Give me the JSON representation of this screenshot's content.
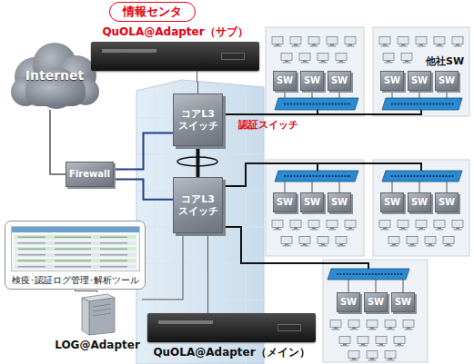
{
  "diagram": {
    "title": "情報センタ",
    "nodes": [
      {
        "text": [
          "Internet"
        ]
      },
      {
        "text": [
          "QuOLA@Adapter（サブ）"
        ]
      },
      {
        "text": [
          "コアL3 スイッチ"
        ]
      },
      {
        "text": [
          "SW"
        ]
      },
      {
        "text": [
          "SW"
        ]
      },
      {
        "text": [
          "SW"
        ]
      },
      {
        "text": [
          "SW"
        ]
      },
      {
        "text": [
          "SW"
        ]
      },
      {
        "text": [
          "SW"
        ]
      },
      {
        "text": [
          "Firewall"
        ]
      },
      {
        "text": [
          "コアL3 スイッチ"
        ]
      },
      {
        "text": [
          "SW"
        ]
      },
      {
        "text": [
          "SW"
        ]
      },
      {
        "text": [
          "SW"
        ]
      },
      {
        "text": [
          "SW"
        ]
      },
      {
        "text": [
          "SW"
        ]
      },
      {
        "text": [
          "SW"
        ]
      },
      {
        "text": [
          "検疫･認証ログ管理･解析ツール"
        ]
      },
      {
        "text": [
          "SW"
        ]
      },
      {
        "text": [
          "SW"
        ]
      },
      {
        "text": [
          "SW"
        ]
      },
      {
        "text": [
          "LOG@Adapter"
        ]
      },
      {
        "text": [
          "QuOLA@Adapter（メイン）"
        ]
      }
    ],
    "edges": [
      {
        "from": 0,
        "to": 9,
        "arrow": "none"
      },
      {
        "from": 9,
        "to": 2,
        "arrow": "none"
      },
      {
        "from": 9,
        "to": 10,
        "arrow": "none"
      },
      {
        "from": 2,
        "to": 10,
        "arrow": "none"
      },
      {
        "from": 1,
        "to": 2,
        "arrow": "none"
      },
      {
        "from": 10,
        "to": 21,
        "arrow": "none"
      },
      {
        "from": 10,
        "to": 22,
        "arrow": "none"
      },
      {
        "from": 17,
        "to": 21,
        "arrow": "none"
      }
    ],
    "labels": [
      "認証スイッチ",
      "他社SW"
    ]
  }
}
